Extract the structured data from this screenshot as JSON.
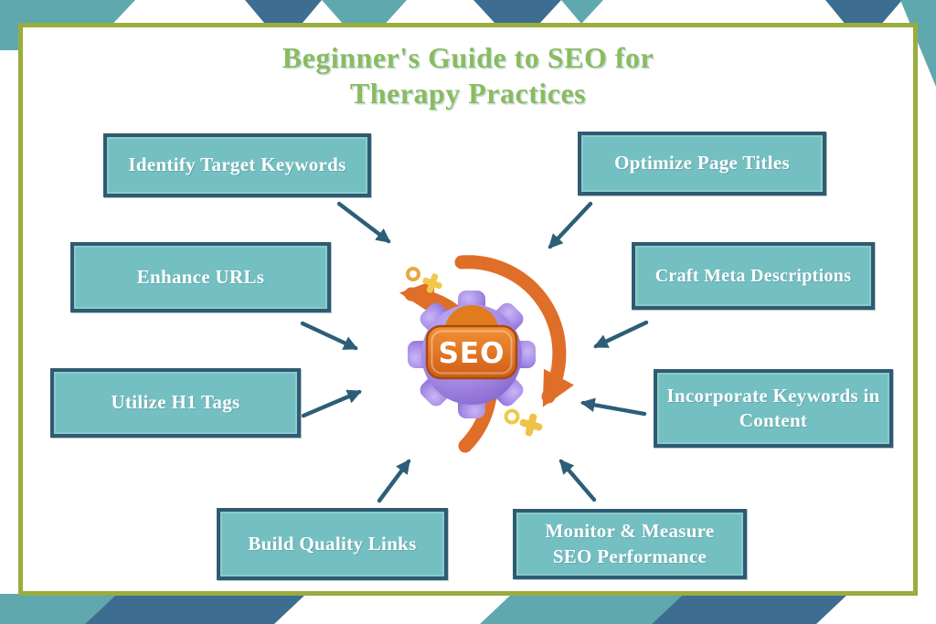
{
  "title": {
    "line1": "Beginner's Guide to SEO for",
    "line2": "Therapy Practices"
  },
  "center_graphic": {
    "badge_label": "SEO",
    "icons": [
      "gear-icon",
      "refresh-cycle-arrows-icon",
      "ring-sparkle-icon",
      "cross-sparkle-icon"
    ]
  },
  "nodes": [
    {
      "id": "identify-target-keywords",
      "label": "Identify Target Keywords"
    },
    {
      "id": "optimize-page-titles",
      "label": "Optimize Page Titles"
    },
    {
      "id": "enhance-urls",
      "label": "Enhance URLs"
    },
    {
      "id": "craft-meta-descriptions",
      "label": "Craft Meta Descriptions"
    },
    {
      "id": "utilize-h1-tags",
      "label": "Utilize H1 Tags"
    },
    {
      "id": "incorporate-keywords-in-content",
      "label": "Incorporate Keywords in Content"
    },
    {
      "id": "build-quality-links",
      "label": "Build Quality Links"
    },
    {
      "id": "monitor-measure-seo-performance",
      "label": "Monitor & Measure SEO Performance"
    }
  ],
  "colors": {
    "title_green": "#8cba5f",
    "card_border_green": "#99ac3e",
    "box_fill_teal": "#74bfc1",
    "box_border_navy": "#2e5b71",
    "arrow_navy": "#2d5e77",
    "background_teal": "#5fa8ae",
    "background_blue": "#3d6d90",
    "gear_purple": "#a78ce6",
    "badge_orange": "#e0701f",
    "cycle_arrow_orange": "#df6e28",
    "sparkle_yellow": "#f2c84b"
  }
}
